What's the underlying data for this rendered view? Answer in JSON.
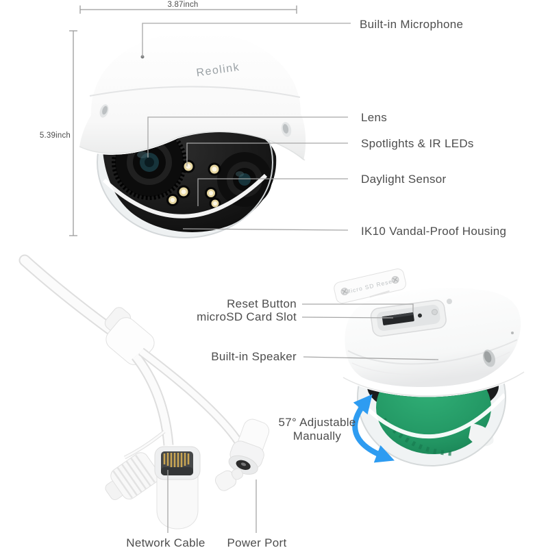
{
  "colors": {
    "label_text": "#4d4d4d",
    "leader_line": "#a6a6a6",
    "arrow_blue": "#2e9cf1",
    "dome_green": "#239962",
    "camera_white": "#fbfbfb",
    "lens_black": "#111213",
    "led_warm": "#e9daa6"
  },
  "front_view": {
    "brand_logo": "Reolink",
    "width_dimension": "3.87inch",
    "height_dimension": "5.39inch",
    "callouts": {
      "microphone": "Built-in Microphone",
      "lens": "Lens",
      "spotlights": "Spotlights & IR LEDs",
      "daylight_sensor": "Daylight Sensor",
      "housing": "IK10 Vandal-Proof Housing"
    }
  },
  "bottom_view": {
    "cover_plate_text": "Micro SD  Reset",
    "callouts": {
      "reset_button": "Reset Button",
      "microsd_slot": "microSD Card Slot",
      "speaker": "Built-in Speaker",
      "adjustable_line1": "57° Adjustable",
      "adjustable_line2": "Manually",
      "network_cable": "Network Cable",
      "power_port": "Power Port"
    }
  }
}
